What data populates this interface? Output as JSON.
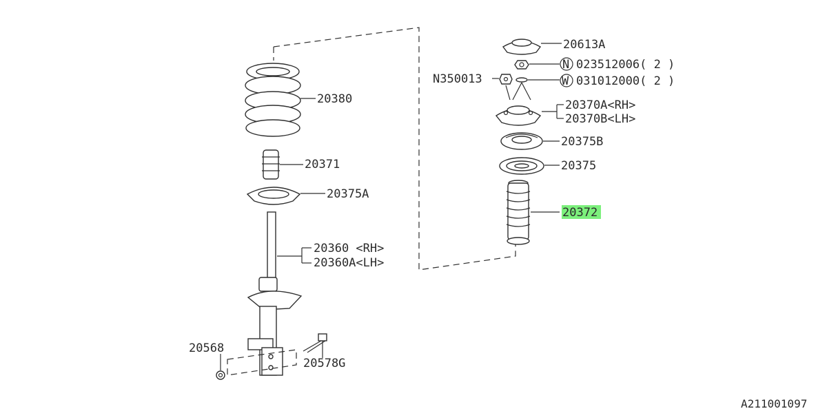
{
  "callouts": {
    "c20613a": "20613A",
    "c023512006": "023512006( 2 )",
    "c023512006_badge": "N",
    "cN350013": "N350013",
    "c031012000": "031012000( 2 )",
    "c031012000_badge": "W",
    "c20370a": "20370A<RH>",
    "c20370b": "20370B<LH>",
    "c20375b": "20375B",
    "c20375": "20375",
    "c20372": "20372",
    "c20380": "20380",
    "c20371": "20371",
    "c20375a": "20375A",
    "c20360": "20360 <RH>",
    "c20360a": "20360A<LH>",
    "c20568": "20568",
    "c20578g": "20578G"
  },
  "diagram_id": "A211001097",
  "highlight_color": "#7cf07c"
}
